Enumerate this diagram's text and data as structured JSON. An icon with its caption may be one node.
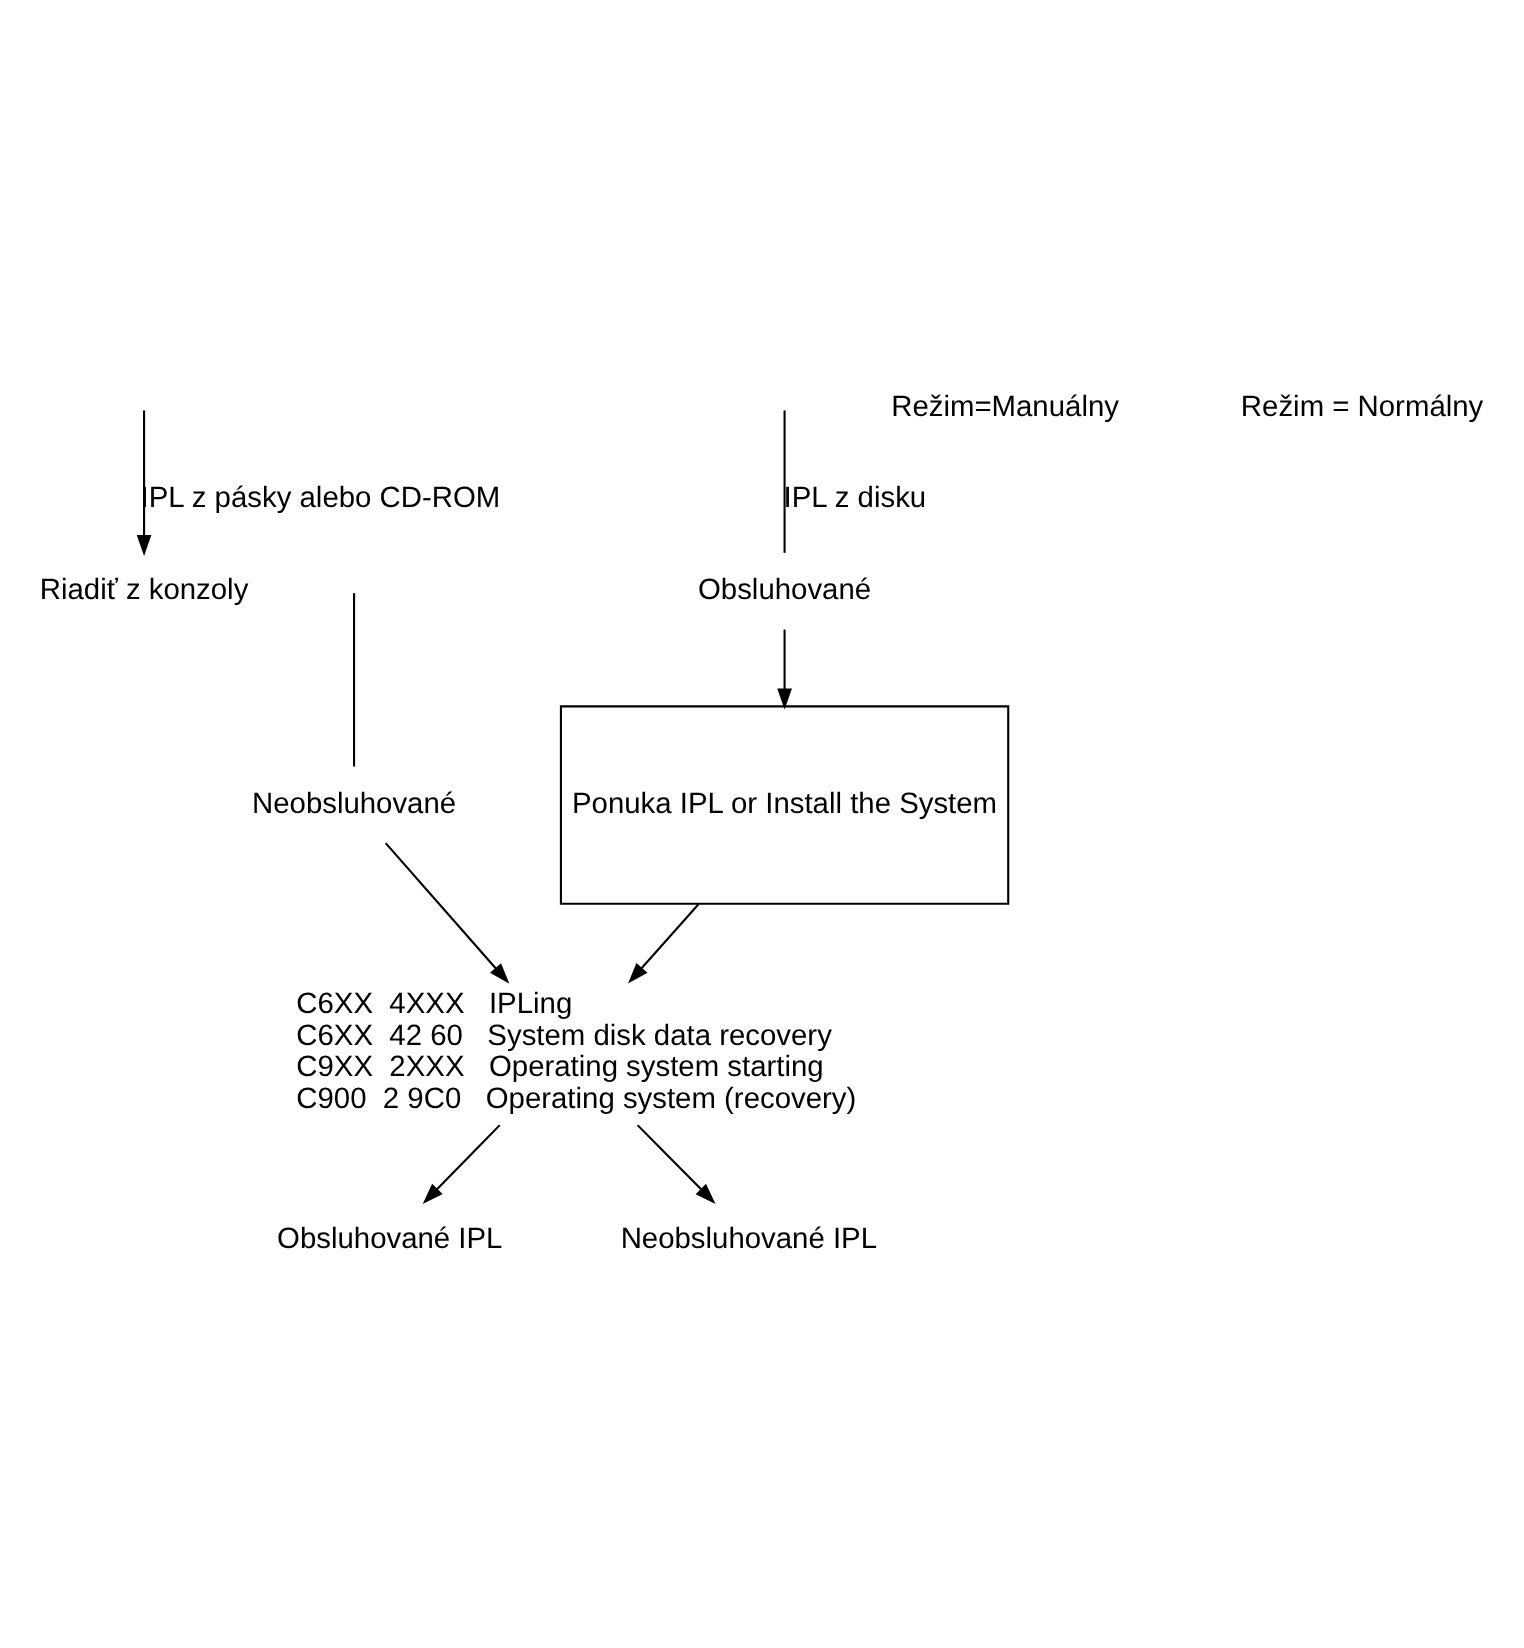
{
  "diagram": {
    "nodes": [
      {
        "text": [
          "Riadiť z konzoly"
        ]
      },
      {
        "text": [
          "Obsluhované"
        ]
      },
      {
        "text": [
          "Neobsluhované"
        ]
      },
      {
        "text": [
          "Ponuka IPL or Install the System"
        ]
      },
      {
        "text": [
          "C6XX  4XXX   IPLing",
          "C6XX  42 60   System disk data recovery",
          "C9XX  2XXX   Operating system starting",
          "C900  2 9C0   Operating system (recovery)"
        ]
      },
      {
        "text": [
          "Obsluhované IPL"
        ]
      },
      {
        "text": [
          "Neobsluhované IPL"
        ]
      }
    ],
    "edges": [
      {
        "from": null,
        "to": 0,
        "arrow": "to",
        "label": "IPL z pásky alebo CD-ROM"
      },
      {
        "from": null,
        "to": 1,
        "arrow": "none",
        "label": "IPL z disku"
      },
      {
        "from": null,
        "to": 2,
        "arrow": "none"
      },
      {
        "from": 1,
        "to": 3,
        "arrow": "to"
      },
      {
        "from": 3,
        "to": 4,
        "arrow": "to"
      },
      {
        "from": 2,
        "to": 4,
        "arrow": "to"
      },
      {
        "from": 4,
        "to": 5,
        "arrow": "to"
      },
      {
        "from": 4,
        "to": 6,
        "arrow": "to"
      }
    ],
    "labels": [
      "Režim=Manuálny",
      "Režim = Normálny"
    ]
  }
}
